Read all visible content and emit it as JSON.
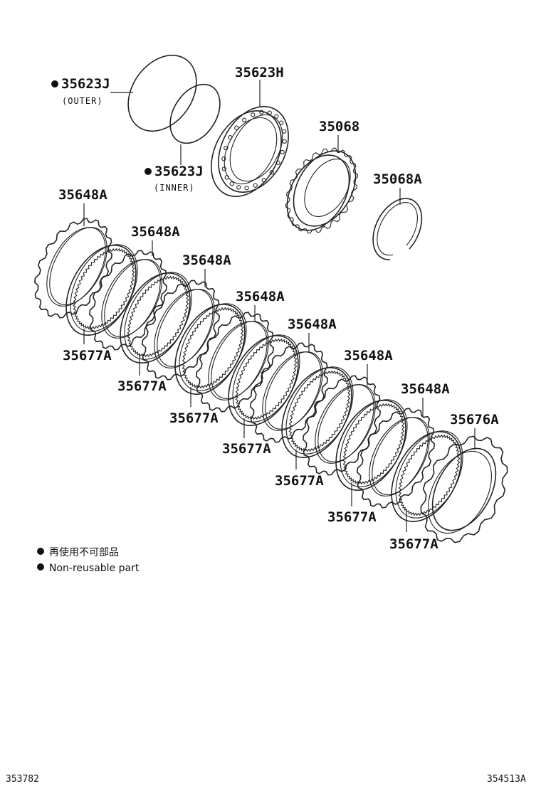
{
  "parts": {
    "snap_outer": {
      "number": "35623J",
      "note": "(OUTER)"
    },
    "snap_inner": {
      "number": "35623J",
      "note": "(INNER)"
    },
    "retainer": {
      "number": "35623H"
    },
    "hub": {
      "number": "35068"
    },
    "snap_ring": {
      "number": "35068A"
    },
    "disc_callouts": [
      "35648A",
      "35648A",
      "35648A",
      "35648A",
      "35648A",
      "35648A",
      "35648A"
    ],
    "plate_callouts": [
      "35677A",
      "35677A",
      "35677A",
      "35677A",
      "35677A",
      "35677A",
      "35677A"
    ],
    "flange": {
      "number": "35676A"
    }
  },
  "legend": {
    "japanese": "再使用不可部品",
    "english": "Non-reusable part"
  },
  "codes": {
    "left": "353782",
    "right": "354513A"
  }
}
